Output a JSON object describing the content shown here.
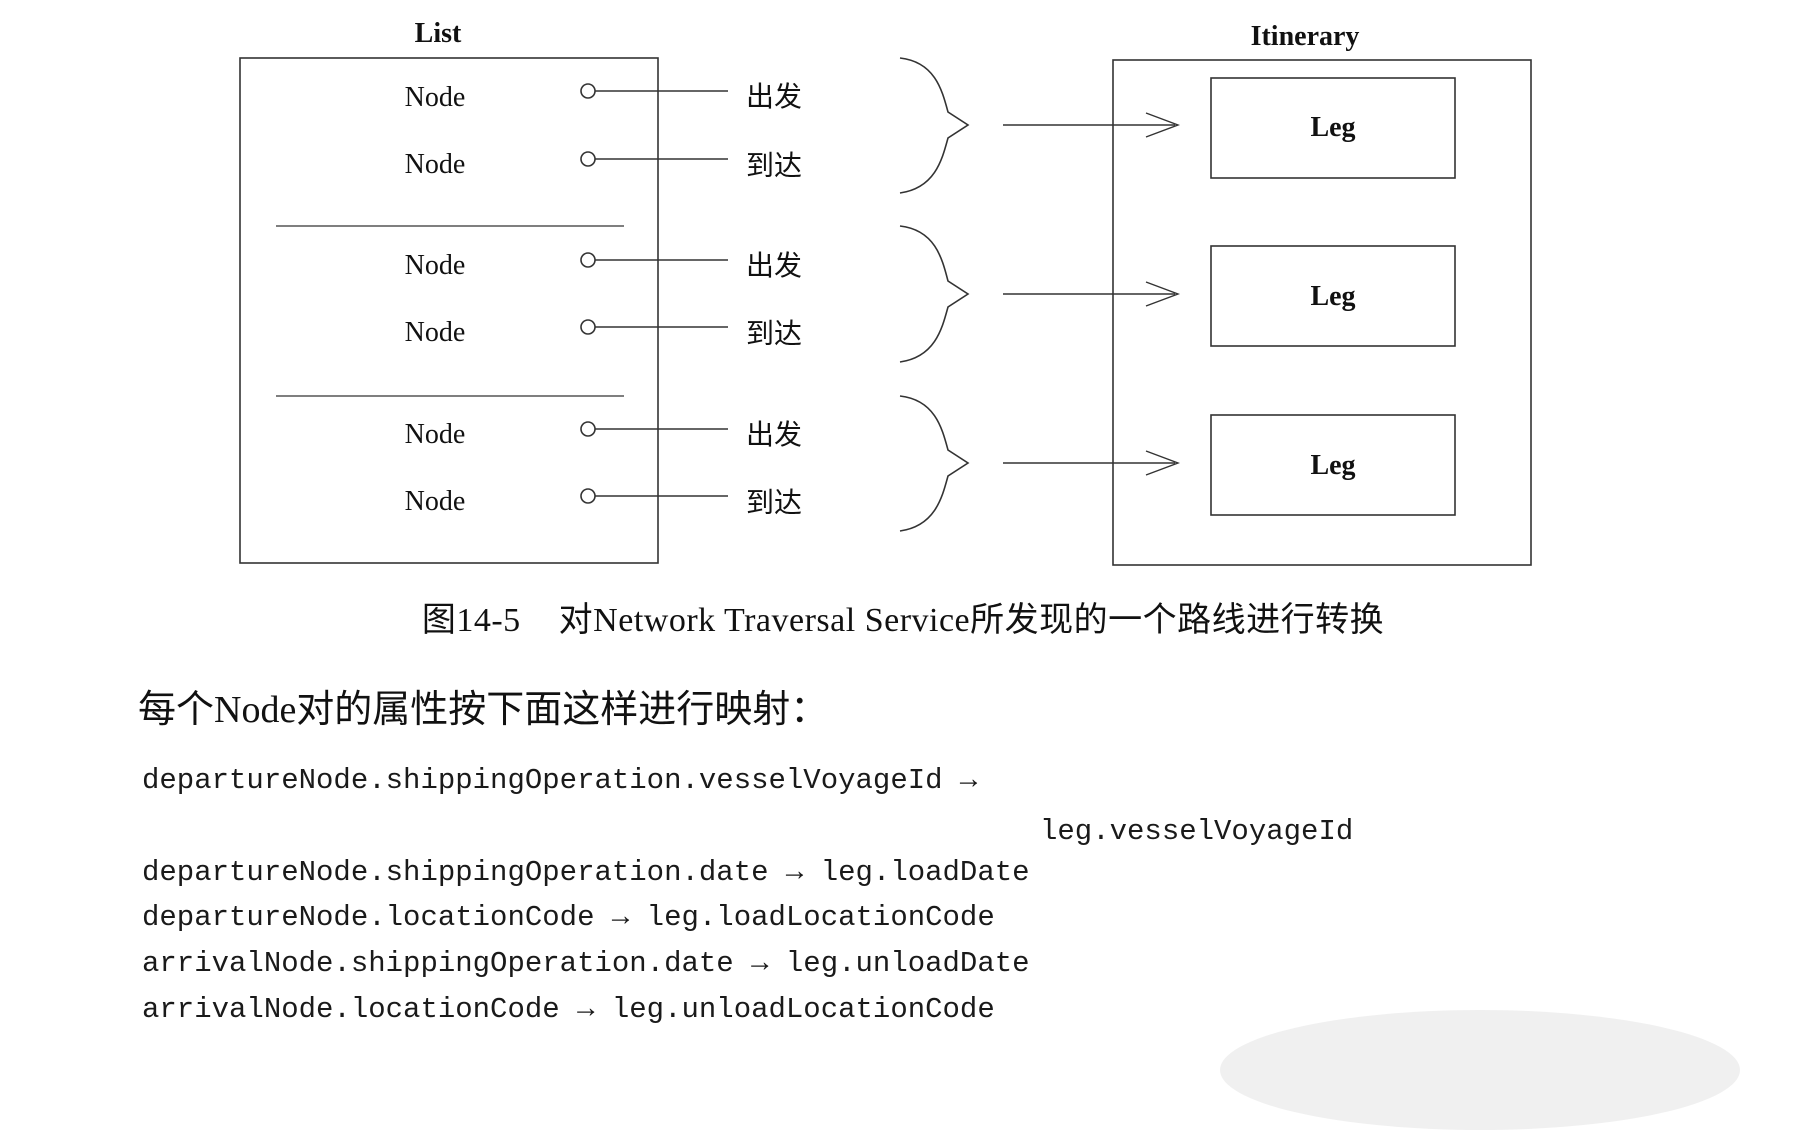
{
  "figure": {
    "list_title": "List",
    "itinerary_title": "Itinerary",
    "node_label": "Node",
    "depart_label": "出发",
    "arrive_label": "到达",
    "leg_label": "Leg",
    "groups": [
      {
        "nodes": [
          "Node",
          "Node"
        ],
        "roles": [
          "出发",
          "到达"
        ],
        "leg": "Leg"
      },
      {
        "nodes": [
          "Node",
          "Node"
        ],
        "roles": [
          "出发",
          "到达"
        ],
        "leg": "Leg"
      },
      {
        "nodes": [
          "Node",
          "Node"
        ],
        "roles": [
          "出发",
          "到达"
        ],
        "leg": "Leg"
      }
    ]
  },
  "caption": {
    "number": "图14-5",
    "text": "对Network Traversal Service所发现的一个路线进行转换"
  },
  "intro": "每个Node对的属性按下面这样进行映射：",
  "code": [
    "departureNode.shippingOperation.vesselVoyageId →",
    "leg.vesselVoyageId",
    "departureNode.shippingOperation.date → leg.loadDate",
    "departureNode.locationCode → leg.loadLocationCode",
    "arrivalNode.shippingOperation.date → leg.unloadDate",
    "arrivalNode.locationCode → leg.unloadLocationCode"
  ]
}
